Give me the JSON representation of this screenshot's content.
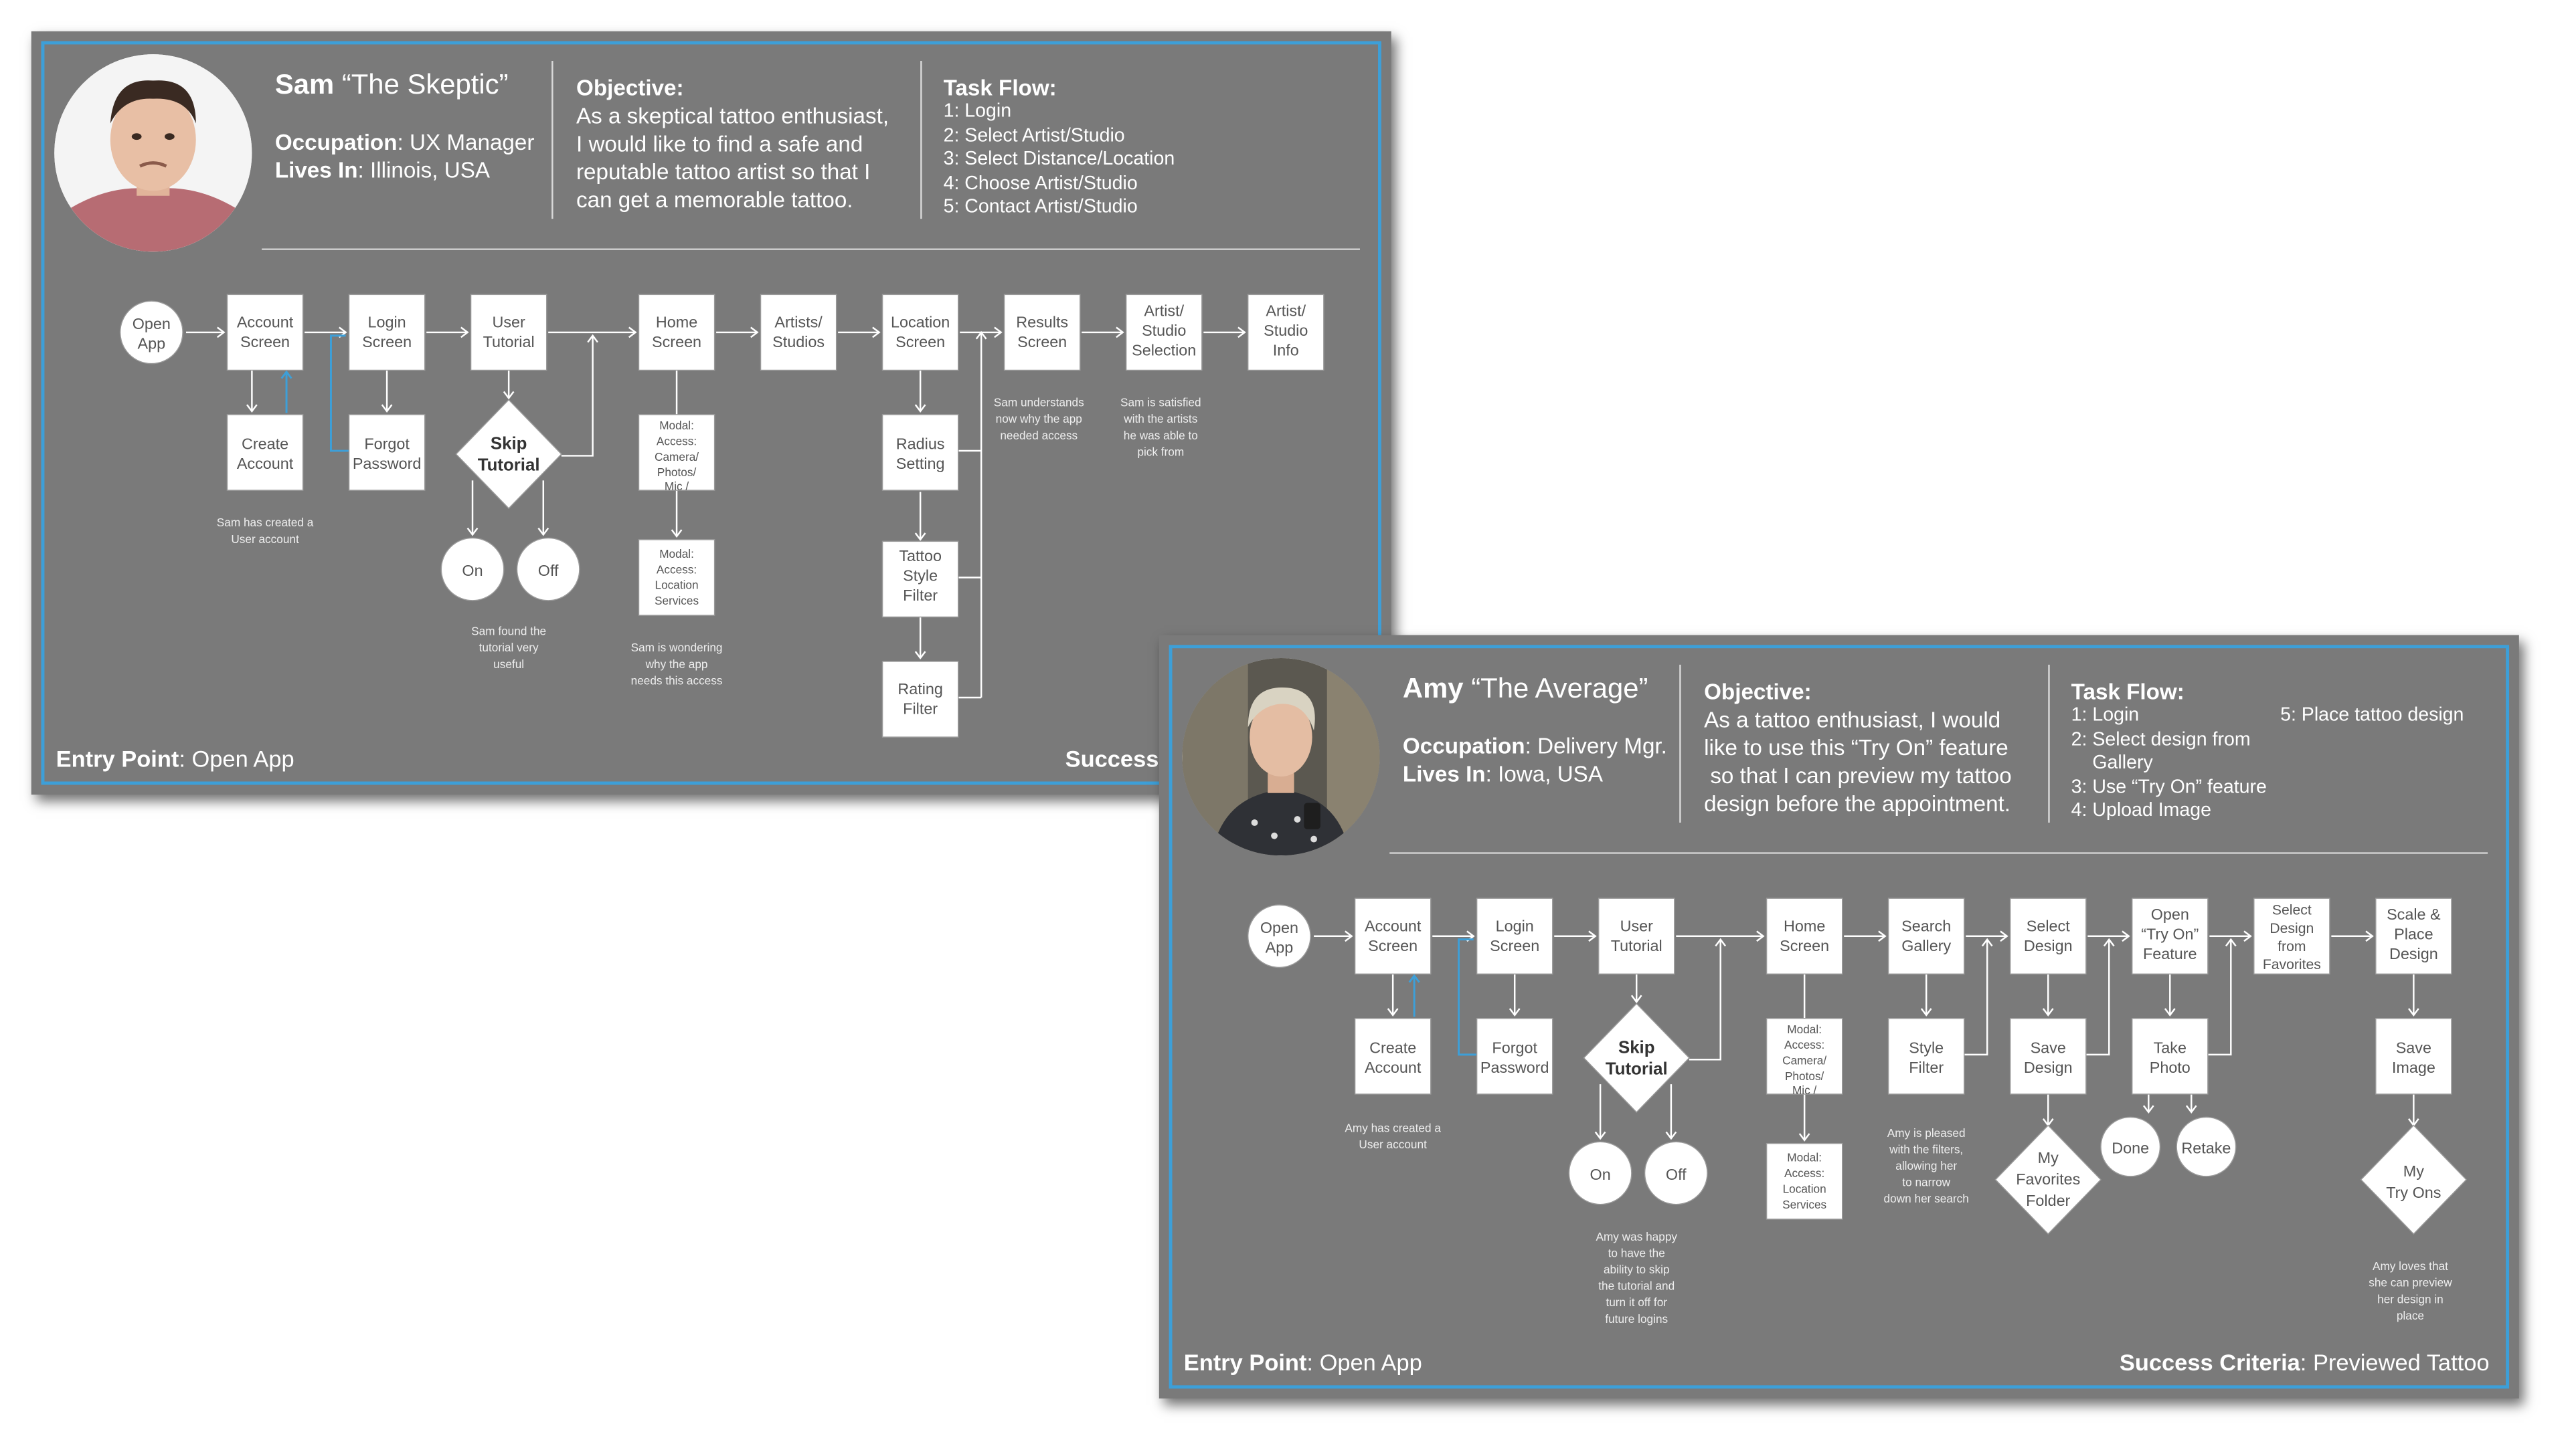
{
  "personas": [
    {
      "name": "Sam",
      "nickname": "“The Skeptic”",
      "occupation_label": "Occupation",
      "occupation": "UX Manager",
      "lives_label": "Lives In",
      "lives_in": "Illinois, USA",
      "objective_heading": "Objective:",
      "objective_lines": [
        "As a skeptical tattoo enthusiast,",
        "I would like to find a safe and",
        "reputable tattoo artist so that I",
        "can get a memorable tattoo."
      ],
      "task_flow_heading": "Task Flow:",
      "task_flow": [
        "1: Login",
        "2: Select Artist/Studio",
        "3: Select Distance/Location",
        "4: Choose Artist/Studio",
        "5: Contact Artist/Studio"
      ],
      "entry_label": "Entry Point",
      "entry_value": "Open App",
      "success_label": "Success C",
      "success_value": "",
      "flow": {
        "open_app": [
          "Open",
          "App"
        ],
        "account_screen": [
          "Account",
          "Screen"
        ],
        "login_screen": [
          "Login",
          "Screen"
        ],
        "user_tutorial": [
          "User",
          "Tutorial"
        ],
        "home_screen": [
          "Home",
          "Screen"
        ],
        "artists_studios": [
          "Artists/",
          "Studios"
        ],
        "location_screen": [
          "Location",
          "Screen"
        ],
        "results_screen": [
          "Results",
          "Screen"
        ],
        "artist_studio_selection": [
          "Artist/",
          "Studio",
          "Selection"
        ],
        "artist_studio_info": [
          "Artist/",
          "Studio",
          "Info"
        ],
        "create_account": [
          "Create",
          "Account"
        ],
        "forgot_password": [
          "Forgot",
          "Password"
        ],
        "skip_tutorial": [
          "Skip",
          "Tutorial"
        ],
        "on": "On",
        "off": "Off",
        "modal_camera": [
          "Modal:",
          "Access:",
          "Camera/",
          "Photos/",
          "Mic /"
        ],
        "modal_location": [
          "Modal:",
          "Access:",
          "Location",
          "Services"
        ],
        "radius_setting": [
          "Radius",
          "Setting"
        ],
        "tattoo_style_filter": [
          "Tattoo",
          "Style",
          "Filter"
        ],
        "rating_filter": [
          "Rating",
          "Filter"
        ]
      },
      "notes": {
        "account": [
          "Sam has created a",
          "User account"
        ],
        "tutorial": [
          "Sam found the",
          "tutorial very",
          "useful"
        ],
        "modal": [
          "Sam is wondering",
          "why the app",
          "needs this access"
        ],
        "results": [
          "Sam understands",
          "now why the app",
          "needed access"
        ],
        "selection": [
          "Sam is satisfied",
          "with the artists",
          "he was able to",
          "pick from"
        ]
      }
    },
    {
      "name": "Amy",
      "nickname": "“The Average”",
      "occupation_label": "Occupation",
      "occupation": "Delivery Mgr.",
      "lives_label": "Lives In",
      "lives_in": "Iowa, USA",
      "objective_heading": "Objective:",
      "objective_lines": [
        "As a tattoo enthusiast, I would",
        "like to use this “Try On” feature",
        " so that I can preview my tattoo",
        "design before the appointment."
      ],
      "task_flow_heading": "Task Flow:",
      "task_flow": [
        "1: Login",
        "2: Select design from",
        "    Gallery",
        "3: Use “Try On” feature",
        "4: Upload Image"
      ],
      "task_flow_extra": "5: Place tattoo design",
      "entry_label": "Entry Point",
      "entry_value": "Open App",
      "success_label": "Success Criteria",
      "success_value": "Previewed Tattoo",
      "flow": {
        "open_app": [
          "Open",
          "App"
        ],
        "account_screen": [
          "Account",
          "Screen"
        ],
        "login_screen": [
          "Login",
          "Screen"
        ],
        "user_tutorial": [
          "User",
          "Tutorial"
        ],
        "home_screen": [
          "Home",
          "Screen"
        ],
        "search_gallery": [
          "Search",
          "Gallery"
        ],
        "select_design": [
          "Select",
          "Design"
        ],
        "open_try_on": [
          "Open",
          "“Try On”",
          "Feature"
        ],
        "select_from_favorites": [
          "Select",
          "Design",
          "from",
          "Favorites"
        ],
        "scale_place": [
          "Scale &",
          "Place",
          "Design"
        ],
        "create_account": [
          "Create",
          "Account"
        ],
        "forgot_password": [
          "Forgot",
          "Password"
        ],
        "skip_tutorial": [
          "Skip",
          "Tutorial"
        ],
        "on": "On",
        "off": "Off",
        "modal_camera": [
          "Modal:",
          "Access:",
          "Camera/",
          "Photos/",
          "Mic /"
        ],
        "modal_location": [
          "Modal:",
          "Access:",
          "Location",
          "Services"
        ],
        "style_filter": [
          "Style",
          "Filter"
        ],
        "save_design": [
          "Save",
          "Design"
        ],
        "my_favorites": [
          "My",
          "Favorites",
          "Folder"
        ],
        "take_photo": [
          "Take",
          "Photo"
        ],
        "done": "Done",
        "retake": "Retake",
        "save_image": [
          "Save",
          "Image"
        ],
        "my_try_ons": [
          "My",
          "Try Ons"
        ]
      },
      "notes": {
        "account": [
          "Amy has created a",
          "User account"
        ],
        "tutorial": [
          "Amy was happy",
          "to have the",
          "ability to skip",
          "the tutorial and",
          "turn it off for",
          "future logins"
        ],
        "filters": [
          "Amy is pleased",
          "with the filters,",
          "allowing her",
          "to narrow",
          "down her search"
        ],
        "preview": [
          "Amy loves that",
          "she can preview",
          "her design in",
          "place"
        ]
      }
    }
  ],
  "colors": {
    "card": "#7a7a7a",
    "frame": "#3d9fd8",
    "node": "#ffffff",
    "line": "#ffffff"
  }
}
